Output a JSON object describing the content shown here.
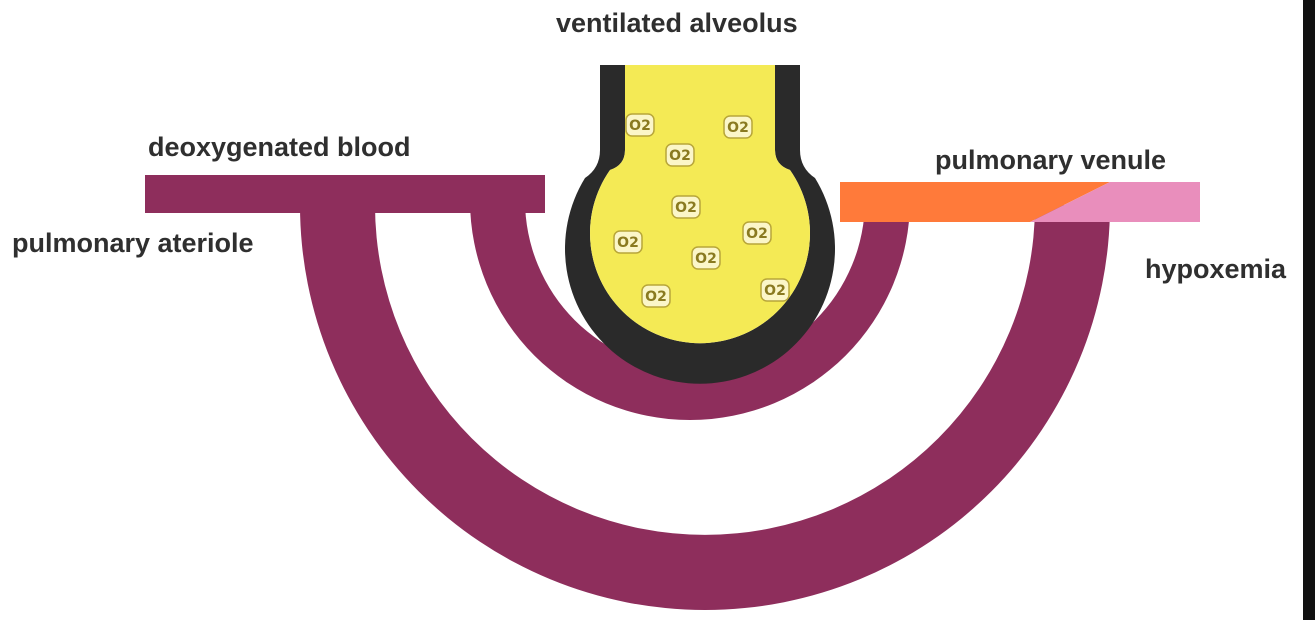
{
  "labels": {
    "alveolus": "ventilated alveolus",
    "deoxygenated": "deoxygenated blood",
    "arteriole": "pulmonary ateriole",
    "venule": "pulmonary venule",
    "hypoxemia": "hypoxemia"
  },
  "o2_label": "O2",
  "colors": {
    "vessel": "#8e2e5c",
    "oxygenated": "#ff7a3a",
    "mixed": "#e98ebc",
    "alveolus_fill": "#f4ea55",
    "alveolus_wall": "#2a2a2a",
    "label_text": "#2f2f2f"
  }
}
